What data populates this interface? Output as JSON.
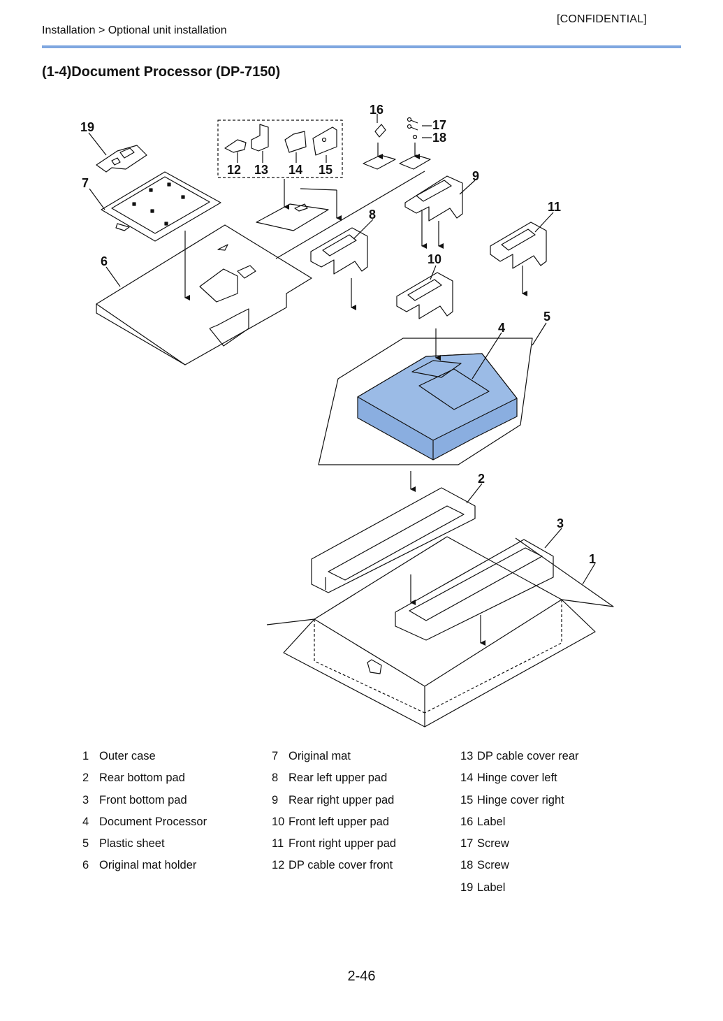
{
  "header": {
    "confidential": "[CONFIDENTIAL]",
    "breadcrumb": "Installation > Optional unit installation"
  },
  "section_title": "(1-4)Document Processor (DP-7150)",
  "callouts": [
    "1",
    "2",
    "3",
    "4",
    "5",
    "6",
    "7",
    "8",
    "9",
    "10",
    "11",
    "12",
    "13",
    "14",
    "15",
    "16",
    "17",
    "18",
    "19"
  ],
  "accent_color": "#7fa7e0",
  "highlight_color": "#8aaee0",
  "parts": {
    "col1": [
      {
        "num": "1",
        "name": "Outer case"
      },
      {
        "num": "2",
        "name": "Rear bottom pad"
      },
      {
        "num": "3",
        "name": "Front bottom pad"
      },
      {
        "num": "4",
        "name": "Document Processor"
      },
      {
        "num": "5",
        "name": "Plastic sheet"
      },
      {
        "num": "6",
        "name": "Original mat holder"
      }
    ],
    "col2": [
      {
        "num": "7",
        "name": "Original mat"
      },
      {
        "num": "8",
        "name": "Rear left upper pad"
      },
      {
        "num": "9",
        "name": "Rear right upper pad"
      },
      {
        "num": "10",
        "name": "Front left upper pad"
      },
      {
        "num": "11",
        "name": "Front right upper pad"
      },
      {
        "num": "12",
        "name": "DP cable cover front"
      }
    ],
    "col3": [
      {
        "num": "13",
        "name": "DP cable cover rear"
      },
      {
        "num": "14",
        "name": "Hinge cover left"
      },
      {
        "num": "15",
        "name": "Hinge cover right"
      },
      {
        "num": "16",
        "name": "Label"
      },
      {
        "num": "17",
        "name": "Screw"
      },
      {
        "num": "18",
        "name": "Screw"
      },
      {
        "num": "19",
        "name": "Label"
      }
    ]
  },
  "page_number": "2-46"
}
